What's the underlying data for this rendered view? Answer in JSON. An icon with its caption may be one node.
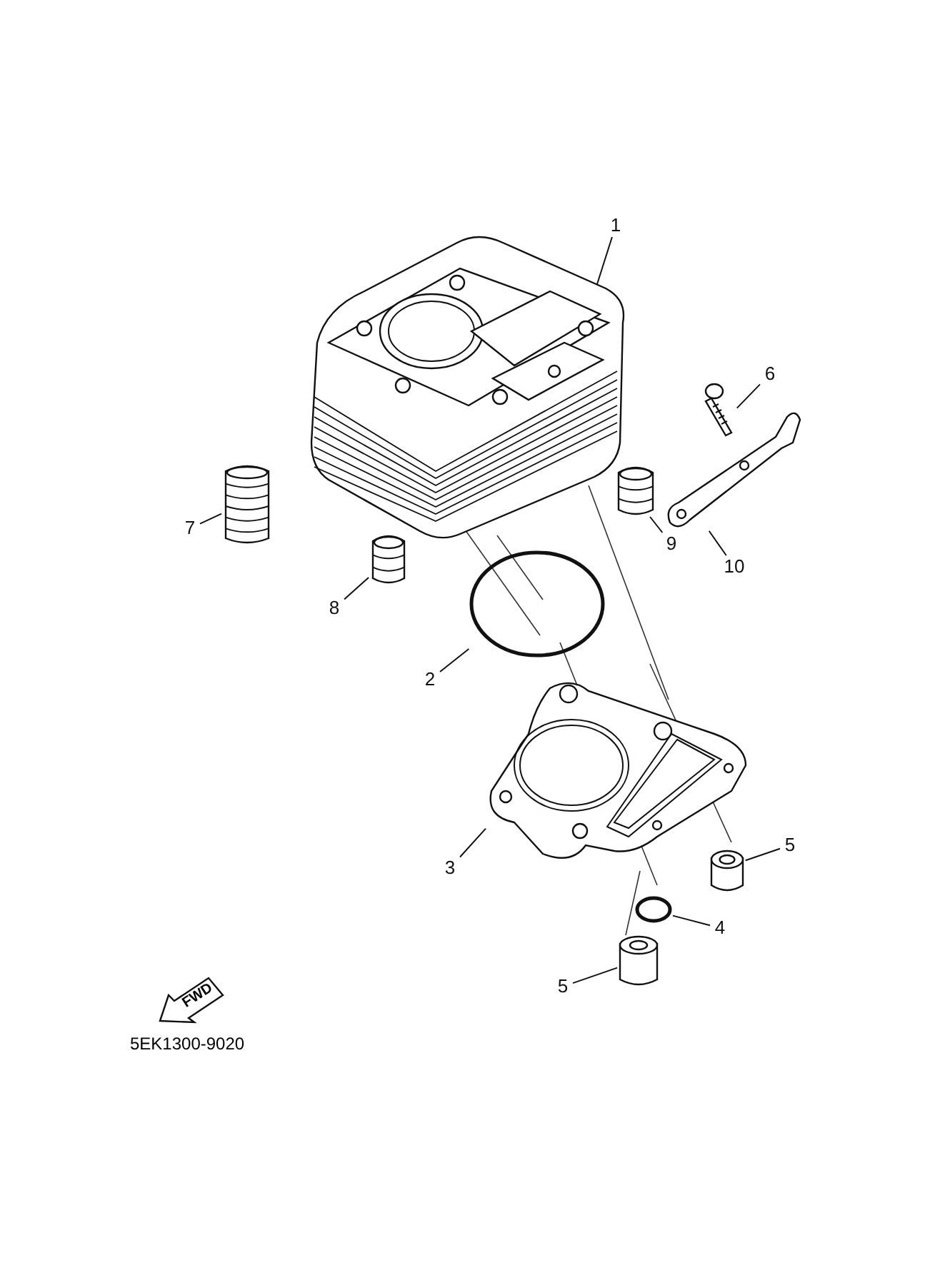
{
  "diagram": {
    "nodes": [
      {
        "text": [
          "1"
        ]
      },
      {
        "text": [],
        "shape": "picture"
      },
      {
        "text": [
          "6"
        ]
      },
      {
        "text": [],
        "shape": "picture"
      },
      {
        "text": [
          "7"
        ]
      },
      {
        "text": [],
        "shape": "picture"
      },
      {
        "text": [
          "10"
        ]
      },
      {
        "text": [],
        "shape": "picture"
      },
      {
        "text": [
          "9"
        ]
      },
      {
        "text": [],
        "shape": "picture"
      },
      {
        "text": [
          "8"
        ]
      },
      {
        "text": [],
        "shape": "picture"
      },
      {
        "text": [
          "2"
        ]
      },
      {
        "text": [],
        "shape": "circle"
      },
      {
        "text": [
          "3"
        ]
      },
      {
        "text": [],
        "shape": "picture"
      },
      {
        "text": [
          "5"
        ]
      },
      {
        "text": [],
        "shape": "cylinder"
      },
      {
        "text": [
          "4"
        ]
      },
      {
        "text": [],
        "shape": "circle"
      },
      {
        "text": [
          "5"
        ]
      },
      {
        "text": [],
        "shape": "cylinder"
      }
    ],
    "edges": [
      {
        "from": 0,
        "to": 1,
        "arrow": "none"
      },
      {
        "from": 2,
        "to": 3,
        "arrow": "none"
      },
      {
        "from": 4,
        "to": 5,
        "arrow": "none"
      },
      {
        "from": 6,
        "to": 7,
        "arrow": "none"
      },
      {
        "from": 8,
        "to": 9,
        "arrow": "none"
      },
      {
        "from": 10,
        "to": 11,
        "arrow": "none"
      },
      {
        "from": 12,
        "to": 13,
        "arrow": "none"
      },
      {
        "from": 14,
        "to": 15,
        "arrow": "none"
      },
      {
        "from": 16,
        "to": 17,
        "arrow": "none"
      },
      {
        "from": 18,
        "to": 19,
        "arrow": "none"
      },
      {
        "from": 20,
        "to": 21,
        "arrow": "none"
      }
    ],
    "labels": [
      "FWD",
      "5EK1300-9020"
    ]
  }
}
